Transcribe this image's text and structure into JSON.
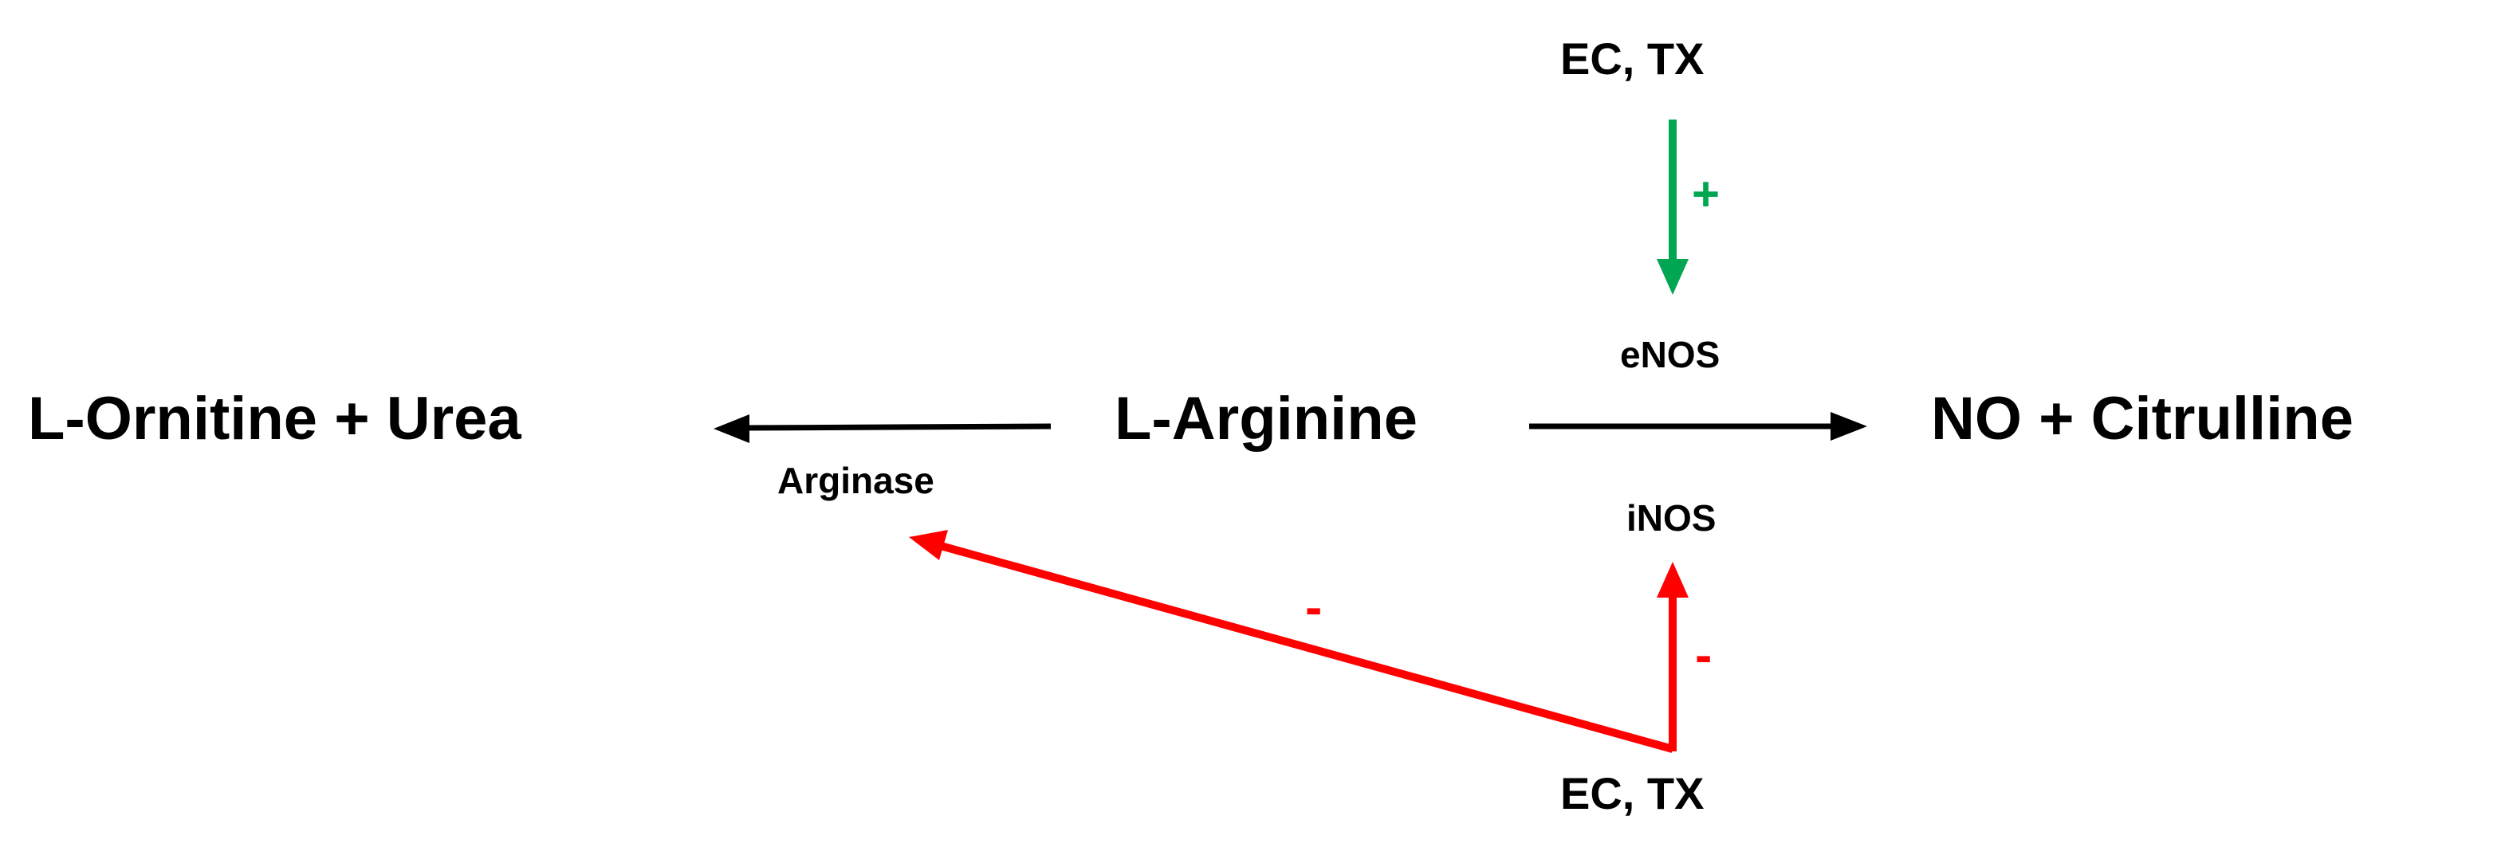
{
  "nodes": {
    "ornitine_urea": "L-Ornitine + Urea",
    "arginine": "L-Arginine",
    "no_citrulline": "NO + Citrulline",
    "top_modulator": "EC, TX",
    "bottom_modulator": "EC, TX"
  },
  "enzymes": {
    "arginase": "Arginase",
    "enos": "eNOS",
    "inos": "iNOS"
  },
  "signs": {
    "enos_activation": "+",
    "arginase_inhibition": "-",
    "inos_inhibition": "-"
  },
  "colors": {
    "main_arrow": "#000000",
    "activation": "#00a651",
    "inhibition": "#ff0000"
  }
}
